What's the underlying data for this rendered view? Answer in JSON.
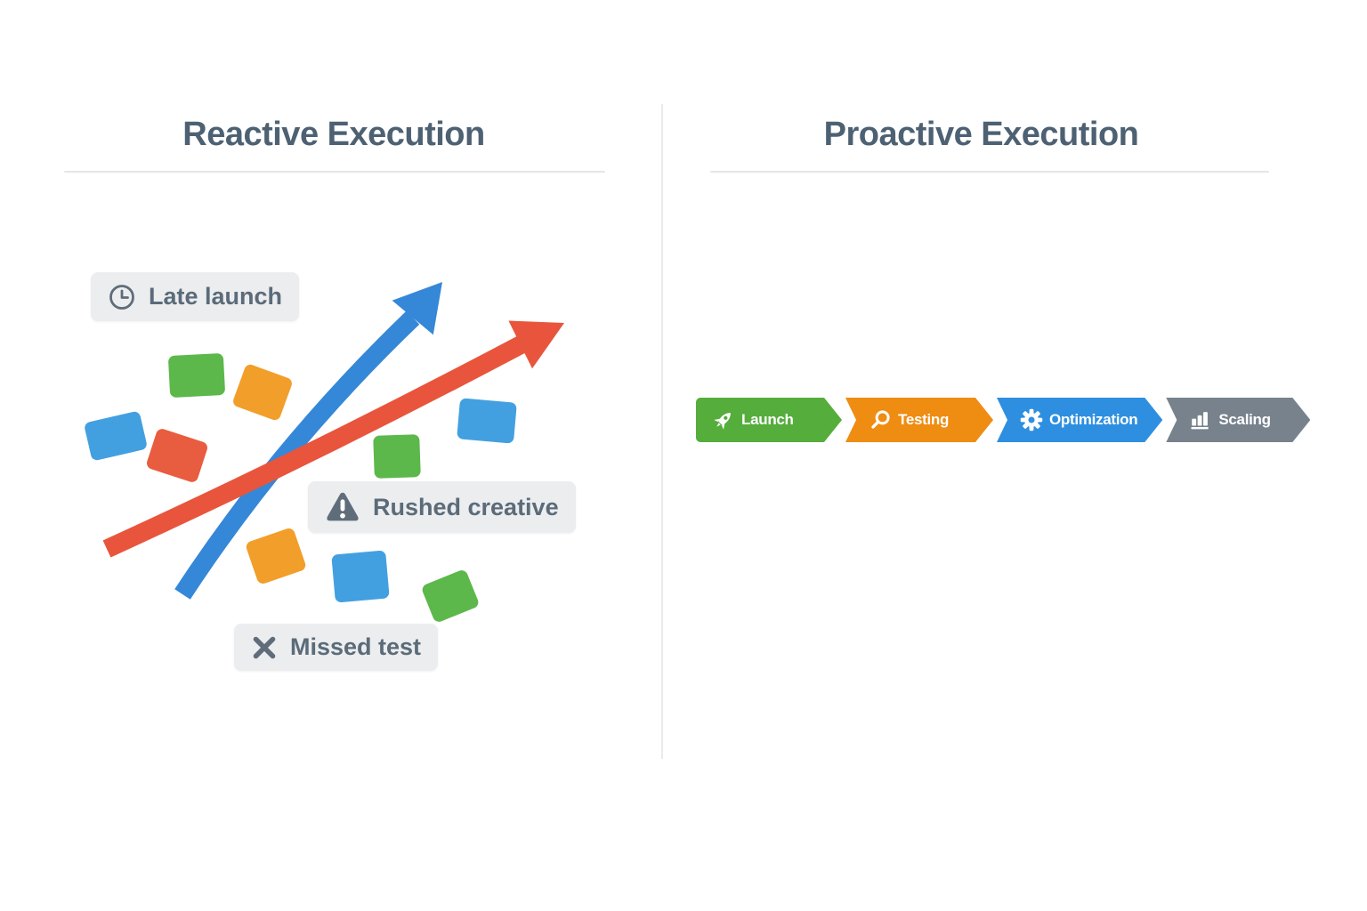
{
  "page": {
    "background": "#ffffff"
  },
  "colors": {
    "title_text": "#4d6173",
    "underline": "#e4e6e9",
    "divider": "#e8eaec",
    "chip_bg": "#ecedef",
    "chip_text": "#5b6b79",
    "chip_icon": "#5f6d7a",
    "block_green": "#5cb84a",
    "block_orange": "#f29e2a",
    "block_blue": "#43a0e0",
    "block_red": "#e85c40",
    "arrow_blue": "#3587d8",
    "arrow_red": "#e8553c",
    "stage_text": "#ffffff"
  },
  "left_panel": {
    "title": "Reactive Execution",
    "chips": [
      {
        "icon": "clock-icon",
        "label": "Late launch"
      },
      {
        "icon": "warning-icon",
        "label": "Rushed creative"
      },
      {
        "icon": "x-icon",
        "label": "Missed test"
      }
    ],
    "graphic": {
      "description": "scattered ad blocks with two diverging trend arrows",
      "arrow_icons": [
        "blue-trend-arrow",
        "red-trend-arrow"
      ]
    }
  },
  "right_panel": {
    "title": "Proactive Execution",
    "stages": [
      {
        "icon": "rocket-icon",
        "label": "Launch",
        "color": "#55ad3c"
      },
      {
        "icon": "search-icon",
        "label": "Testing",
        "color": "#ef8c12"
      },
      {
        "icon": "gear-icon",
        "label": "Optimization",
        "color": "#2e8fe0"
      },
      {
        "icon": "bar-chart-icon",
        "label": "Scaling",
        "color": "#77828d"
      }
    ]
  }
}
